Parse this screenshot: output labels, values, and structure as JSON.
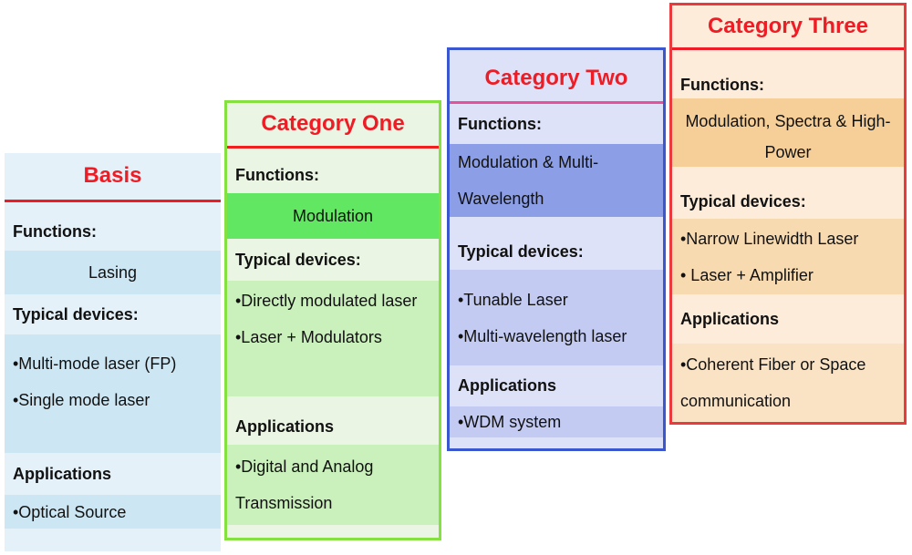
{
  "panels": [
    {
      "title": "Basis",
      "functions_label": "Functions:",
      "functions_value": "Lasing",
      "devices_label": "Typical devices:",
      "devices": [
        "•Multi-mode laser (FP)",
        "•Single mode laser"
      ],
      "applications_label": "Applications",
      "applications": [
        "•Optical Source"
      ],
      "colors": {
        "light": "#e4f1f9",
        "band_f": "#cde6f3",
        "band_d": "#cde6f3",
        "band_a": "#cde6f3",
        "title_red": "#ee1c25",
        "underline": "#ee1c25"
      }
    },
    {
      "title": "Category One",
      "functions_label": "Functions:",
      "functions_value": "Modulation",
      "devices_label": "Typical devices:",
      "devices": [
        "•Directly modulated laser",
        "•Laser + Modulators"
      ],
      "applications_label": "Applications",
      "applications": [
        "•Digital and Analog Transmission"
      ],
      "colors": {
        "light": "#eaf6e3",
        "band_f": "#62e762",
        "band_d": "#caf0bc",
        "band_a": "#caf0bc",
        "border": "#84e13f",
        "title_red": "#ee1c25",
        "underline": "#f02020"
      }
    },
    {
      "title": "Category Two",
      "functions_label": "Functions:",
      "functions_value": "Modulation & Multi-Wavelength",
      "devices_label": "Typical devices:",
      "devices": [
        "•Tunable Laser",
        "•Multi-wavelength laser"
      ],
      "applications_label": "Applications",
      "applications": [
        "•WDM system"
      ],
      "colors": {
        "light": "#dde2f8",
        "band_f": "#8c9fe6",
        "band_d": "#c3cbf3",
        "band_a": "#c3cbf3",
        "border": "#3b57cf",
        "title_red": "#ee1c25",
        "underline": "#e5519b"
      }
    },
    {
      "title": "Category Three",
      "functions_label": "Functions:",
      "functions_value": "Modulation, Spectra & High-Power",
      "devices_label": "Typical devices:",
      "devices": [
        "•Narrow Linewidth Laser",
        "• Laser + Amplifier"
      ],
      "applications_label": "Applications",
      "applications": [
        "•Coherent Fiber or Space communication"
      ],
      "colors": {
        "light": "#fdecd9",
        "band_f": "#f5cf97",
        "band_d": "#f8dab0",
        "band_a": "#fae3c5",
        "border": "#e93a3e",
        "title_red": "#ee1c25",
        "underline": "#ee1c25"
      }
    }
  ]
}
